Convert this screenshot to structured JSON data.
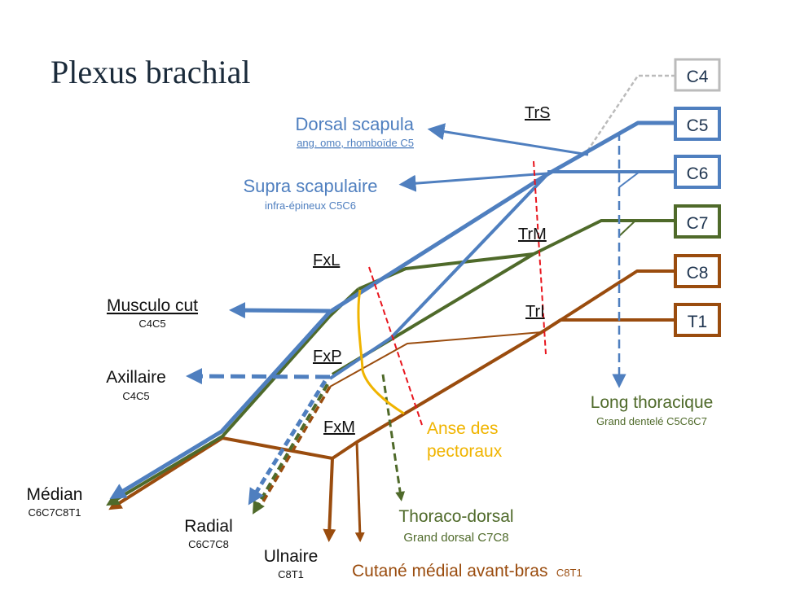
{
  "title": "Plexus brachial",
  "colors": {
    "blue": "#4f7fbf",
    "green": "#4f6a2a",
    "brown": "#9a4c0e",
    "orange": "#f0b400",
    "red_dash": "#e8151d",
    "gray": "#bbbbbb",
    "title": "#1a2a3a",
    "box_text": "#1f3550"
  },
  "roots": [
    {
      "label": "C4",
      "color": "gray"
    },
    {
      "label": "C5",
      "color": "blue"
    },
    {
      "label": "C6",
      "color": "blue"
    },
    {
      "label": "C7",
      "color": "green"
    },
    {
      "label": "C8",
      "color": "brown"
    },
    {
      "label": "T1",
      "color": "brown"
    }
  ],
  "trunks": {
    "superior": "TrS",
    "middle": "TrM",
    "inferior": "TrI"
  },
  "cords": {
    "lateral": "FxL",
    "posterior": "FxP",
    "medial": "FxM"
  },
  "nerves": {
    "dorsal_scapula": {
      "name": "Dorsal scapula",
      "sub": "ang. omo, rhomboïde C5"
    },
    "supra_scapulaire": {
      "name": "Supra scapulaire",
      "sub": "infra-épineux C5C6"
    },
    "musculo_cut": {
      "name": "Musculo cut",
      "sub": "C4C5"
    },
    "axillaire": {
      "name": "Axillaire",
      "sub": "C4C5"
    },
    "median": {
      "name": "Médian",
      "sub": "C6C7C8T1"
    },
    "radial": {
      "name": "Radial",
      "sub": "C6C7C8"
    },
    "ulnaire": {
      "name": "Ulnaire",
      "sub": "C8T1"
    },
    "thoraco_dorsal": {
      "name": "Thoraco-dorsal",
      "sub": "Grand dorsal C7C8"
    },
    "long_thoracique": {
      "name": "Long thoracique",
      "sub": "Grand dentelé C5C6C7"
    },
    "anse_pectoraux": {
      "name_line1": "Anse des",
      "name_line2": "pectoraux"
    },
    "cutane_medial": {
      "name": "Cutané médial avant-bras",
      "sub": "C8T1"
    }
  }
}
